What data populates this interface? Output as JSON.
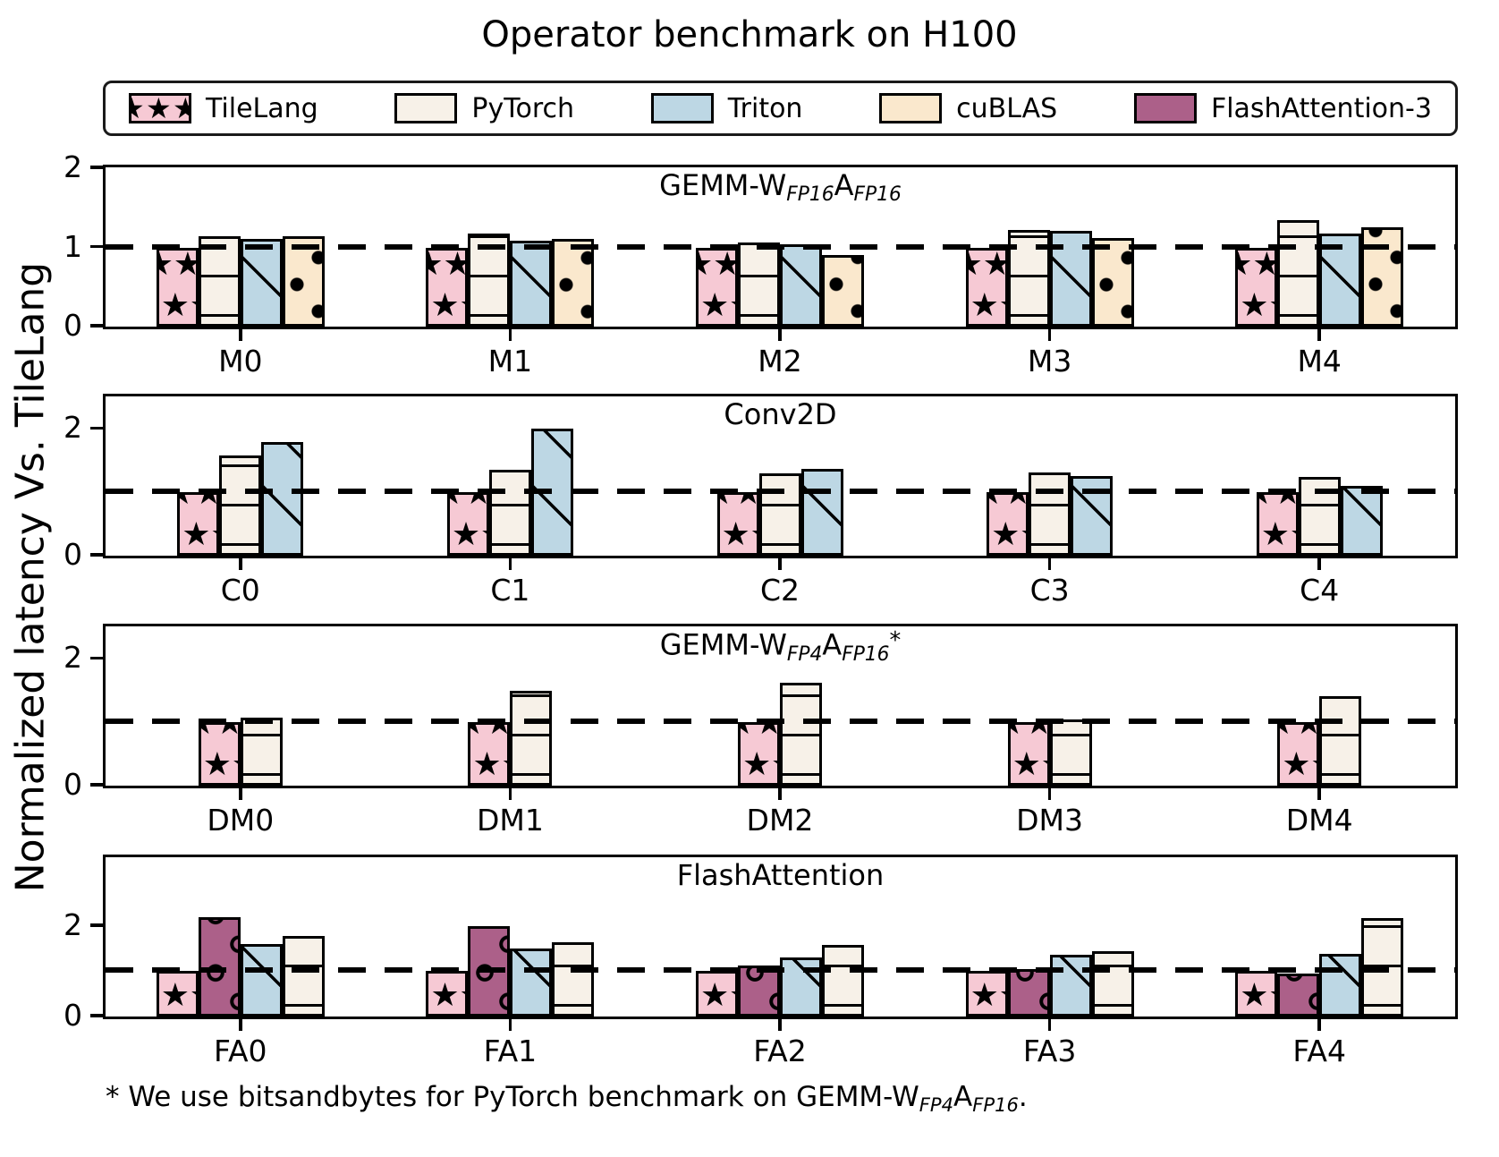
{
  "title": "Operator benchmark on H100",
  "ylabel": "Normalized latency Vs. TileLang",
  "footnote_segments": [
    {
      "t": "* We use bitsandbytes for PyTorch benchmark on GEMM-W"
    },
    {
      "t": "FP4",
      "sub": true
    },
    {
      "t": "A"
    },
    {
      "t": "FP16",
      "sub": true
    },
    {
      "t": "."
    }
  ],
  "colors": {
    "tilelang_pink": "#f6c9d4",
    "pytorch_cream": "#f7f1e8",
    "triton_blue": "#bdd7e4",
    "cublas_tan": "#fae8cd",
    "flashattention3_mauve": "#ac6089",
    "line_black": "#000000"
  },
  "legend": [
    {
      "label": "TileLang",
      "color": "#f6c9d4",
      "hatch": "star"
    },
    {
      "label": "PyTorch",
      "color": "#f7f1e8",
      "hatch": "hlines"
    },
    {
      "label": "Triton",
      "color": "#bdd7e4",
      "hatch": "diag"
    },
    {
      "label": "cuBLAS",
      "color": "#fae8cd",
      "hatch": "dots"
    },
    {
      "label": "FlashAttention-3",
      "color": "#ac6089",
      "hatch": "rings"
    }
  ],
  "chart_data": [
    {
      "type": "bar",
      "title_segments": [
        {
          "t": "GEMM-W"
        },
        {
          "t": "FP16",
          "sub": true
        },
        {
          "t": "A"
        },
        {
          "t": "FP16",
          "sub": true
        }
      ],
      "categories": [
        "M0",
        "M1",
        "M2",
        "M3",
        "M4"
      ],
      "series": [
        {
          "name": "TileLang",
          "values": [
            1.0,
            1.0,
            1.0,
            1.0,
            1.0
          ]
        },
        {
          "name": "PyTorch",
          "values": [
            1.14,
            1.18,
            1.06,
            1.22,
            1.35
          ]
        },
        {
          "name": "Triton",
          "values": [
            1.11,
            1.08,
            1.04,
            1.21,
            1.17
          ]
        },
        {
          "name": "cuBLAS",
          "values": [
            1.14,
            1.11,
            0.9,
            1.12,
            1.25
          ]
        }
      ],
      "ylim": [
        0,
        2
      ],
      "yticks": [
        0,
        1,
        2
      ],
      "refline": 1.0
    },
    {
      "type": "bar",
      "title_segments": [
        {
          "t": "Conv2D"
        }
      ],
      "categories": [
        "C0",
        "C1",
        "C2",
        "C3",
        "C4"
      ],
      "series": [
        {
          "name": "TileLang",
          "values": [
            1.0,
            1.0,
            1.0,
            1.0,
            1.0
          ]
        },
        {
          "name": "PyTorch",
          "values": [
            1.58,
            1.36,
            1.3,
            1.31,
            1.24
          ]
        },
        {
          "name": "Triton",
          "values": [
            1.8,
            2.0,
            1.37,
            1.26,
            1.1
          ]
        }
      ],
      "ylim": [
        0,
        2.5
      ],
      "yticks": [
        0,
        2
      ],
      "refline": 1.0
    },
    {
      "type": "bar",
      "title_segments": [
        {
          "t": "GEMM-W"
        },
        {
          "t": "FP4",
          "sub": true
        },
        {
          "t": "A"
        },
        {
          "t": "FP16",
          "sub": true
        },
        {
          "t": "*",
          "sup": true
        }
      ],
      "categories": [
        "DM0",
        "DM1",
        "DM2",
        "DM3",
        "DM4"
      ],
      "series": [
        {
          "name": "TileLang",
          "values": [
            1.0,
            1.0,
            1.0,
            1.0,
            1.0
          ]
        },
        {
          "name": "PyTorch",
          "values": [
            1.07,
            1.5,
            1.62,
            1.04,
            1.41
          ]
        }
      ],
      "ylim": [
        0,
        2.5
      ],
      "yticks": [
        0,
        2
      ],
      "refline": 1.0
    },
    {
      "type": "bar",
      "title_segments": [
        {
          "t": "FlashAttention"
        }
      ],
      "categories": [
        "FA0",
        "FA1",
        "FA2",
        "FA3",
        "FA4"
      ],
      "series": [
        {
          "name": "TileLang",
          "values": [
            1.0,
            1.0,
            1.0,
            1.0,
            1.0
          ]
        },
        {
          "name": "FlashAttention-3",
          "values": [
            2.2,
            2.0,
            1.13,
            1.05,
            0.95
          ]
        },
        {
          "name": "Triton",
          "values": [
            1.6,
            1.5,
            1.3,
            1.36,
            1.38
          ]
        },
        {
          "name": "PyTorch",
          "values": [
            1.78,
            1.65,
            1.58,
            1.45,
            2.17
          ]
        }
      ],
      "ylim": [
        0,
        3.5
      ],
      "yticks": [
        0,
        2
      ],
      "refline": 1.0
    }
  ]
}
